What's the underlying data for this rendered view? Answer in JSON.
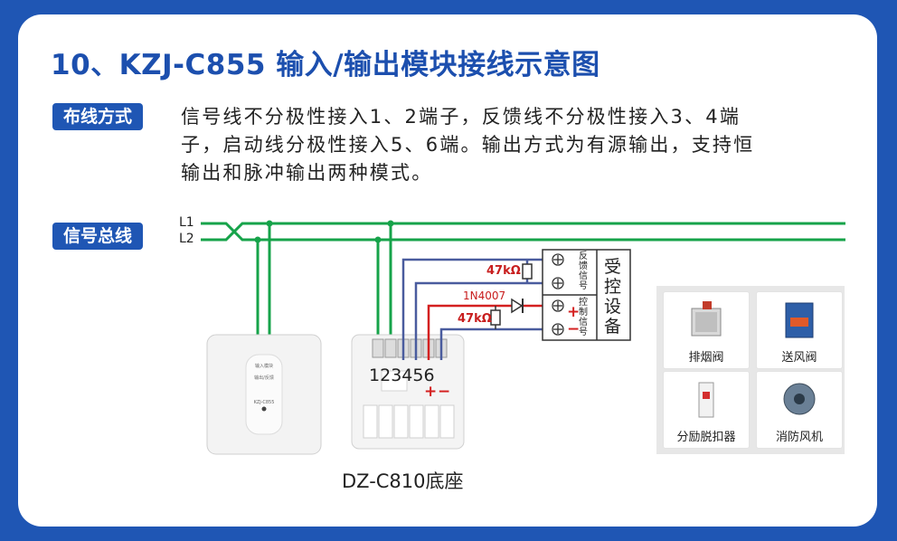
{
  "title": "10、KZJ-C855 输入/输出模块接线示意图",
  "wiring": {
    "tag": "布线方式",
    "lines": [
      "信号线不分极性接入1、2端子，反馈线不分极性接入3、4端",
      "子，启动线分极性接入5、6端。输出方式为有源输出，支持恒",
      "输出和脉冲输出两种模式。"
    ]
  },
  "bus": {
    "tag": "信号总线",
    "l1": "L1",
    "l2": "L2"
  },
  "circuit": {
    "r_top": "47kΩ",
    "diode": "1N4007",
    "r_bottom": "47kΩ",
    "feedback_label": "反馈信号",
    "control_label": "控制信号",
    "plus": "+",
    "minus": "−",
    "device": "受控设备"
  },
  "base": {
    "terminals": [
      "1",
      "2",
      "3",
      "4",
      "5",
      "6"
    ],
    "plus": "+",
    "minus": "−",
    "label": "DZ-C810底座"
  },
  "module_text": {
    "t1": "输入模块",
    "t2": "输出/反馈",
    "t3": "KZJ-C855"
  },
  "equipment": [
    {
      "name": "排烟阀",
      "icon": "smoke-valve-icon"
    },
    {
      "name": "送风阀",
      "icon": "air-supply-valve-icon"
    },
    {
      "name": "分励脱扣器",
      "icon": "shunt-trip-icon"
    },
    {
      "name": "消防风机",
      "icon": "fire-fan-icon"
    }
  ],
  "colors": {
    "brand": "#1f56b4",
    "bus": "#16a34a",
    "feedback": "#4a5c9e",
    "control": "#d42020"
  }
}
